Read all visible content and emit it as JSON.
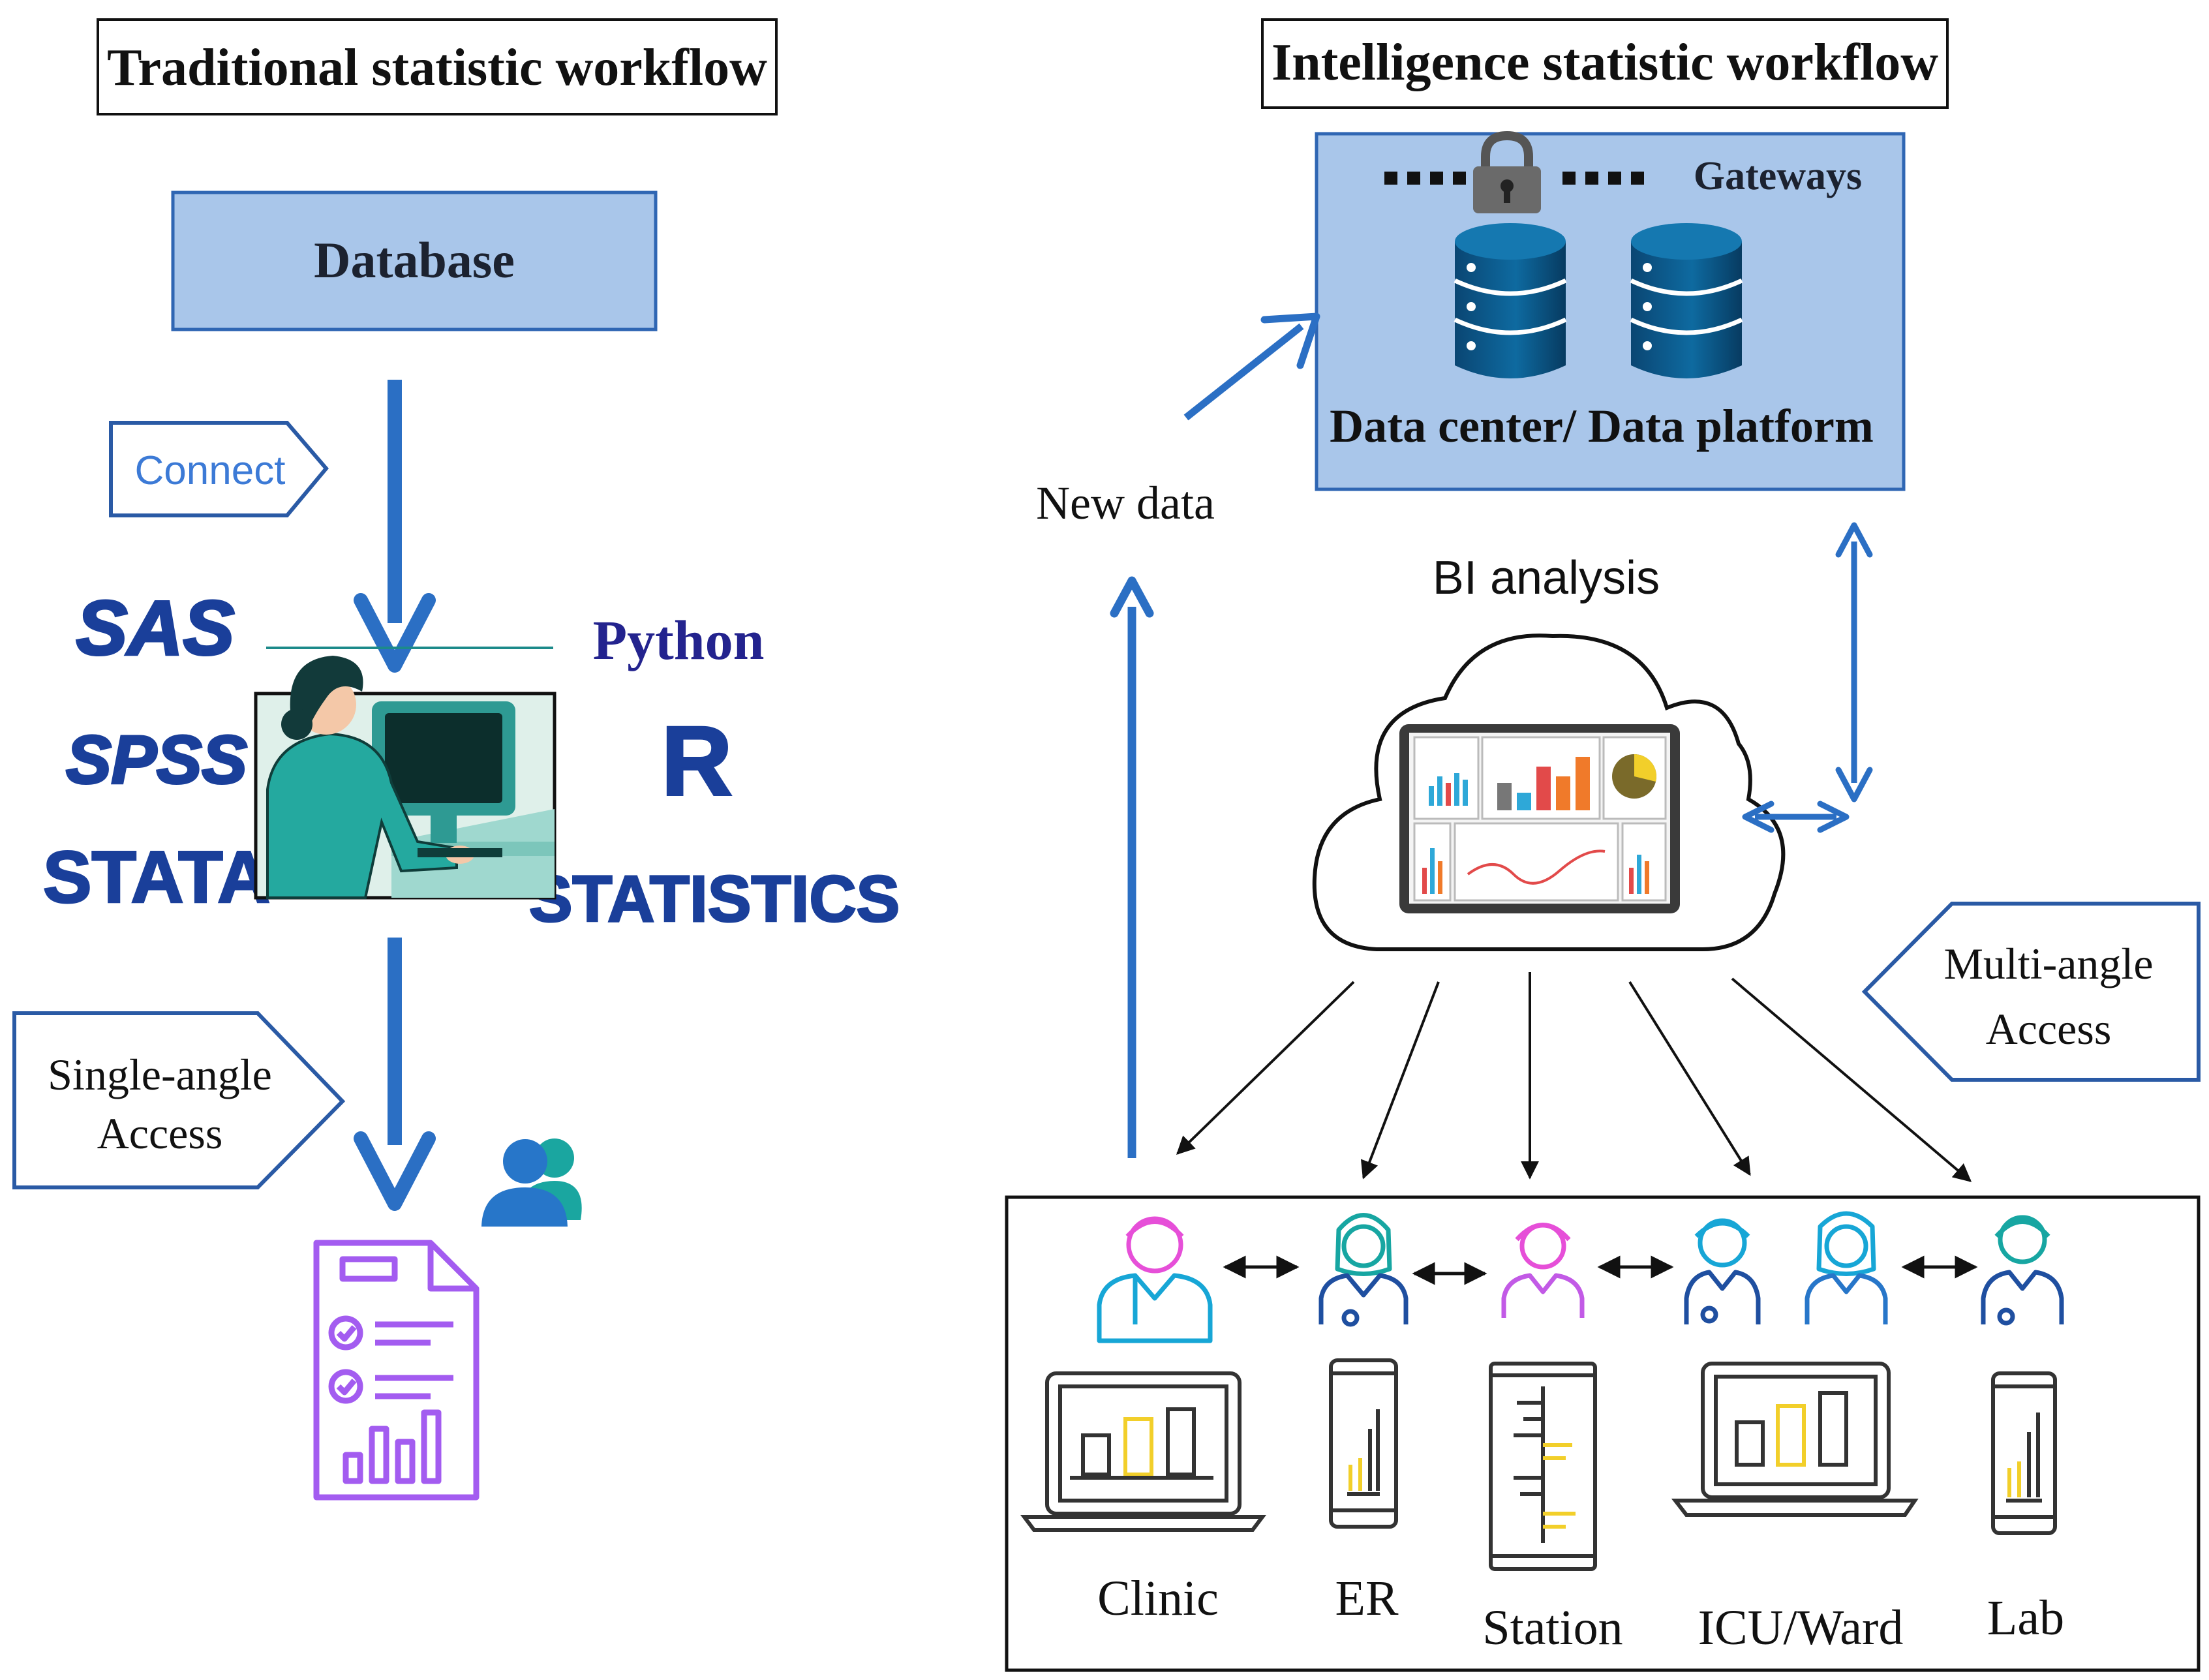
{
  "left": {
    "title": "Traditional statistic workflow",
    "database": "Database",
    "connect": "Connect",
    "tools_left": [
      "SAS",
      "SPSS",
      "STATA"
    ],
    "tools_right": [
      "Python",
      "R",
      "STATISTICS"
    ],
    "access": [
      "Single-angle",
      "Access"
    ]
  },
  "right": {
    "title": "Intelligence statistic workflow",
    "gateways": "Gateways",
    "data_center": "Data center/ Data platform",
    "new_data": "New data",
    "bi_analysis": "BI analysis",
    "access": [
      "Multi-angle",
      "Access"
    ],
    "endpoints": [
      "Clinic",
      "ER",
      "Station",
      "ICU/Ward",
      "Lab"
    ]
  },
  "colors": {
    "arrow_blue": "#2b6fc4",
    "box_fill": "#a9c6ea",
    "box_stroke": "#2f66b3",
    "db_cylinder": "#0b4f7c",
    "logo_blue": "#1a3f9a",
    "python_navy": "#23238e",
    "report_purple": "#a35cf0",
    "people_blue": "#2776c9",
    "people_teal": "#1aa6a0",
    "chart_yellow": "#f2cf2a",
    "staff_pink": "#e64fd8",
    "staff_teal": "#17a6a2"
  },
  "icons": [
    "lock-icon",
    "database-icon",
    "cloud-icon",
    "dashboard-icon",
    "user-group-icon",
    "report-icon",
    "doctor-icon",
    "laptop-icon",
    "phone-icon",
    "tablet-icon"
  ]
}
